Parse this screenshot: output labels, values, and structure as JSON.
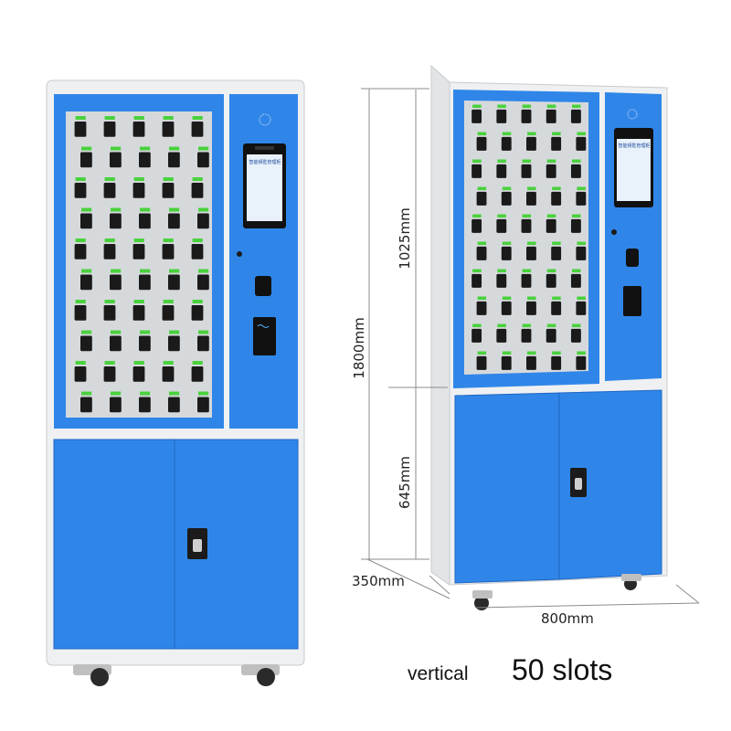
{
  "product": {
    "slot_count_label": "50 slots",
    "orientation_label": "vertical"
  },
  "dimensions": {
    "total_height": "1800mm",
    "upper_height": "1025mm",
    "lower_height": "645mm",
    "depth": "350mm",
    "width": "800mm"
  },
  "screen": {
    "title": "智能钥匙管理柜"
  },
  "colors": {
    "body": "#eef0f2",
    "blue": "#2f86e8",
    "blue_dark": "#1f66c4",
    "panel": "#d6d9dc",
    "key_green": "#49d13c",
    "dim_line": "#8c8c8c"
  }
}
